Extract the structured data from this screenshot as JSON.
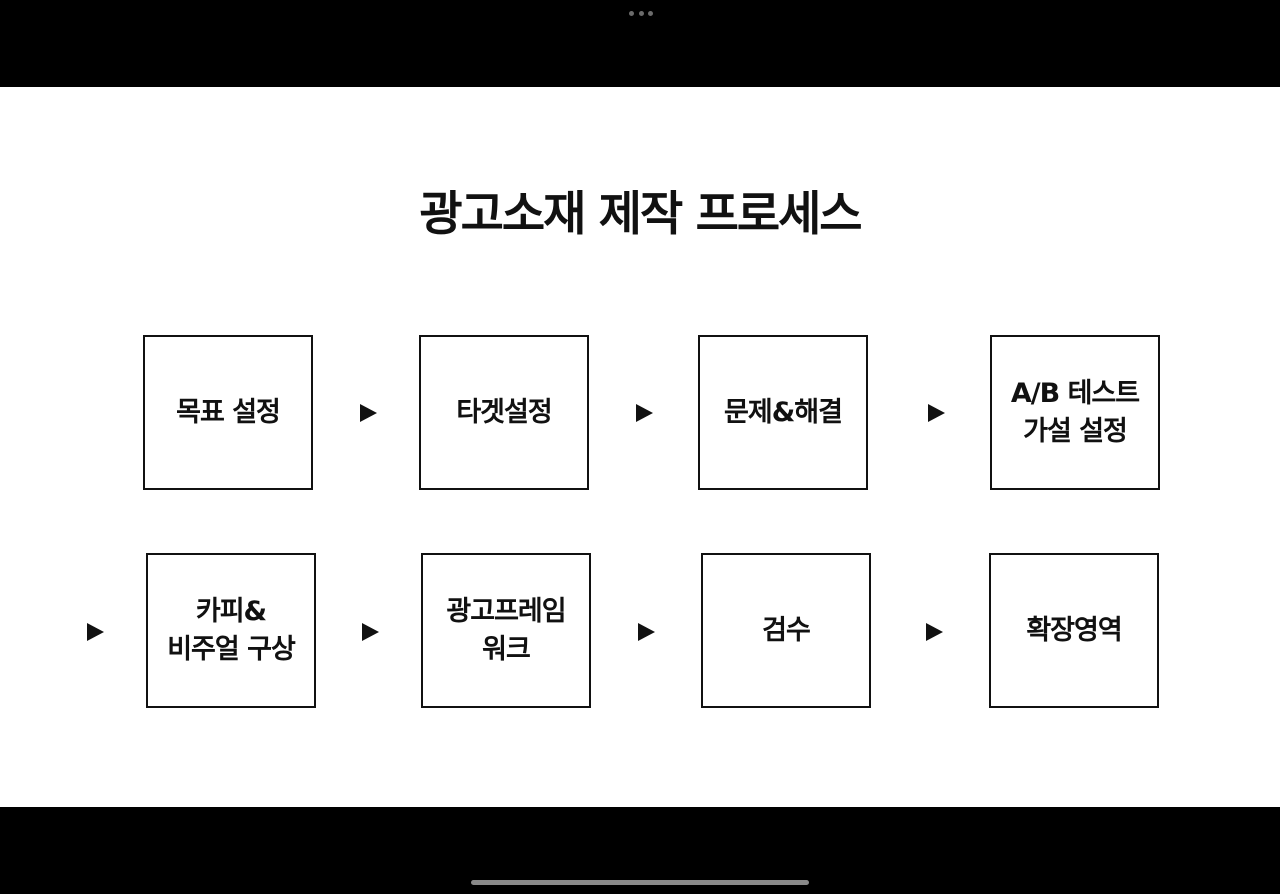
{
  "slide": {
    "title": "광고소재 제작 프로세스",
    "steps": [
      {
        "label": "목표 설정"
      },
      {
        "label": "타겟설정"
      },
      {
        "label": "문제&해결"
      },
      {
        "label": "A/B 테스트\n가설 설정"
      },
      {
        "label": "카피&\n비주얼 구상"
      },
      {
        "label": "광고프레임\n워크"
      },
      {
        "label": "검수"
      },
      {
        "label": "확장영역"
      }
    ]
  },
  "colors": {
    "background": "#000000",
    "slide": "#ffffff",
    "ink": "#111111"
  },
  "icons": {
    "flow_arrow": "right-triangle-arrow",
    "window_menu": "three-dots-icon",
    "home_indicator": "home-bar"
  }
}
